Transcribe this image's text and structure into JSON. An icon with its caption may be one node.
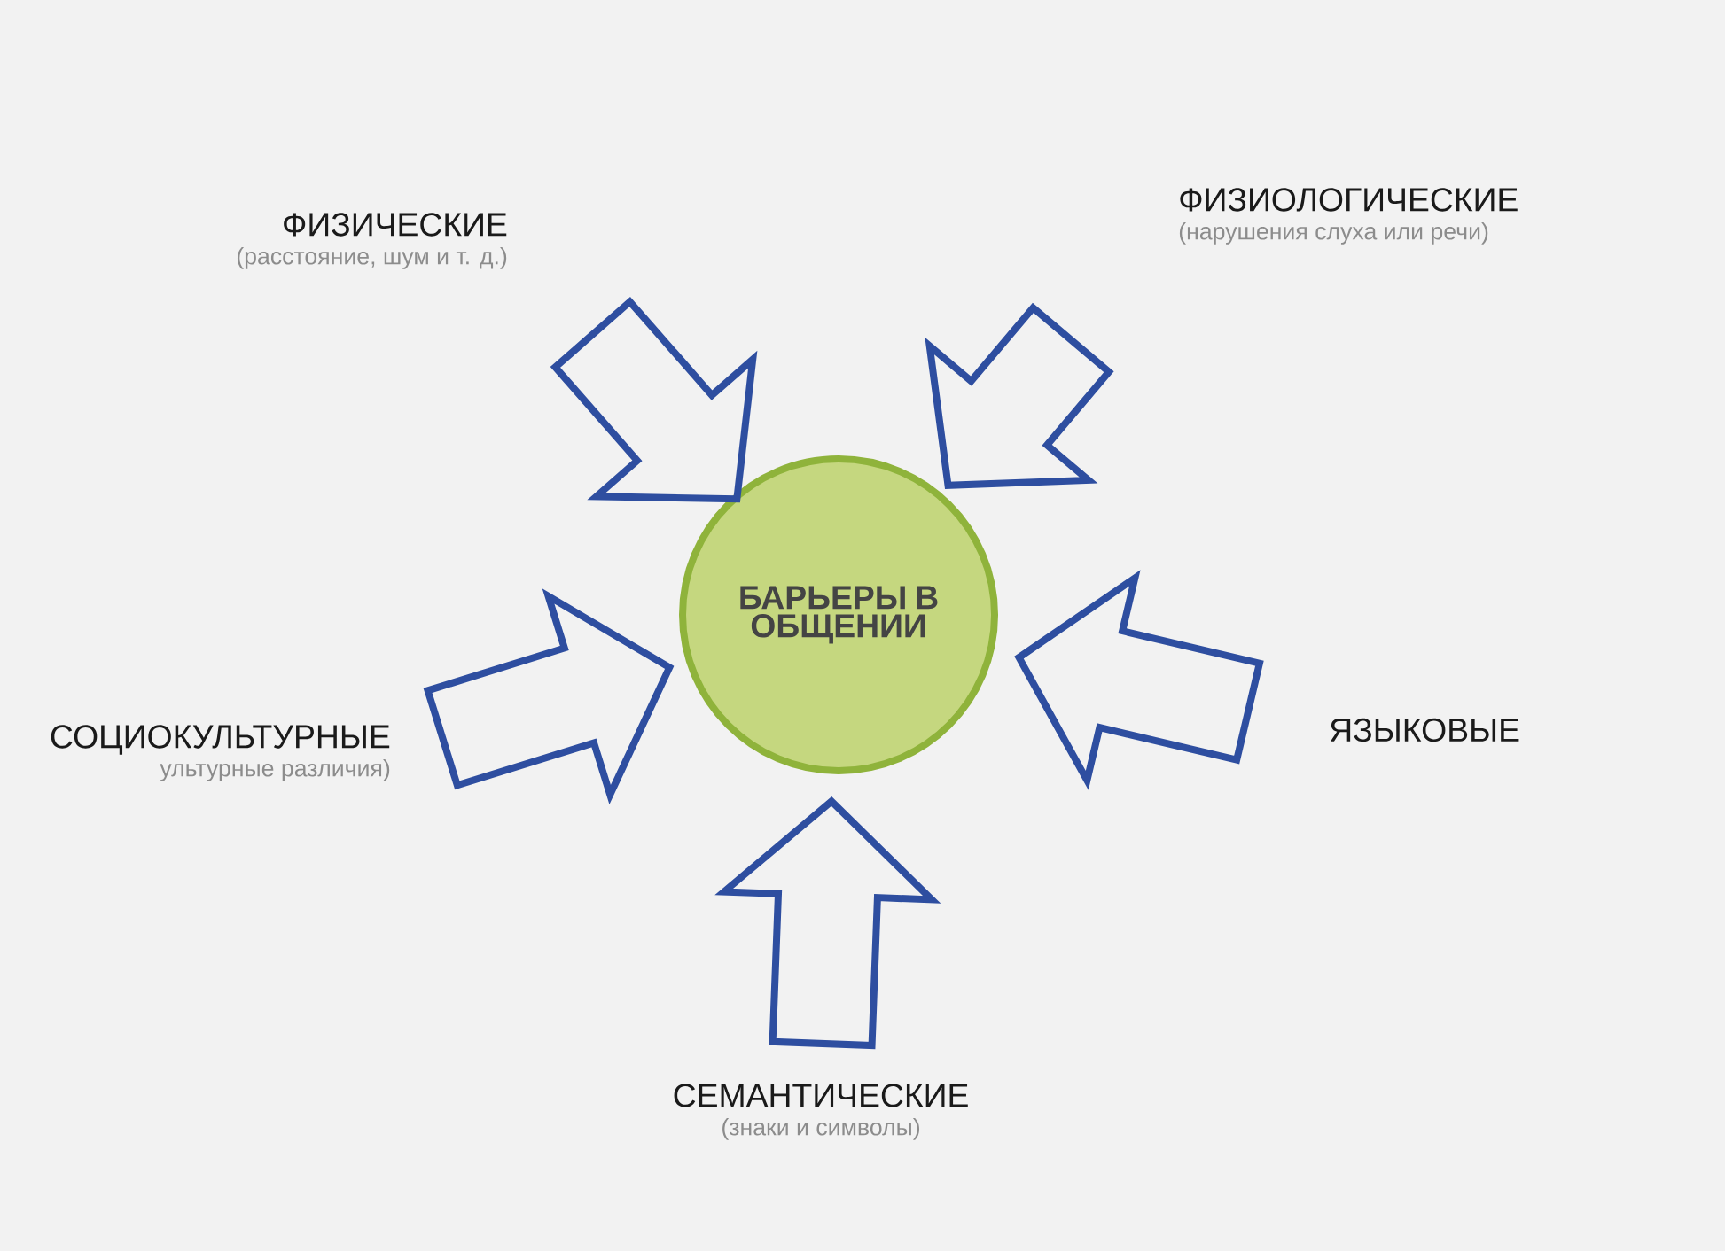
{
  "diagram": {
    "nodes": [
      {
        "text": [
          "БАРЬЕРЫ В ОБЩЕНИИ"
        ]
      },
      {
        "text": [
          "ФИЗИЧЕСКИЕ",
          "(расстояние, шум и т. д.)"
        ]
      },
      {
        "text": [
          "ФИЗИОЛОГИЧЕСКИЕ",
          "(нарушения слуха или речи)"
        ]
      },
      {
        "text": [
          "СОЦИОКУЛЬТУРНЫЕ",
          "ультурные различия)"
        ]
      },
      {
        "text": [
          "ЯЗЫКОВЫЕ"
        ]
      },
      {
        "text": [
          "СЕМАНТИЧЕСКИЕ",
          "(знаки и символы)"
        ]
      }
    ],
    "edges": [
      {
        "from": 1,
        "to": 0,
        "arrow": "to"
      },
      {
        "from": 2,
        "to": 0,
        "arrow": "to"
      },
      {
        "from": 3,
        "to": 0,
        "arrow": "to"
      },
      {
        "from": 4,
        "to": 0,
        "arrow": "to"
      },
      {
        "from": 5,
        "to": 0,
        "arrow": "to"
      }
    ]
  }
}
